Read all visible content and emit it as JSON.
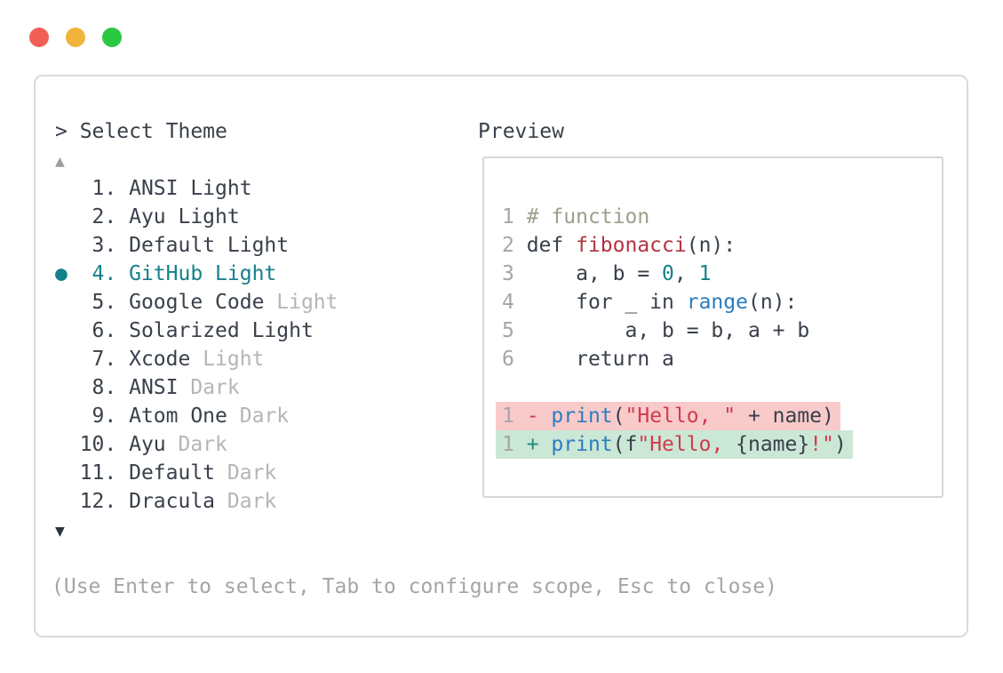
{
  "palette": {
    "dark": "#39404a",
    "dim": "#b5b5b5",
    "gray": "#a5a5a5",
    "arrow_up": "#9e9e9e",
    "arrow_down": "#2d333c",
    "teal": "#14808a",
    "blue": "#2b7cc0",
    "red": "#d23a4d",
    "redDark": "#b3333f",
    "comment": "#9aa08b",
    "plus": "#1f8a7a",
    "diff_removed_bg": "#f8caca",
    "diff_added_bg": "#cbe7d6",
    "traffic_red": "#f15f57",
    "traffic_yellow": "#f1b43b",
    "traffic_green": "#2bc841"
  },
  "window": {
    "traffic_lights": [
      {
        "name": "close",
        "color_key": "traffic_red"
      },
      {
        "name": "minimize",
        "color_key": "traffic_yellow"
      },
      {
        "name": "maximize",
        "color_key": "traffic_green"
      }
    ]
  },
  "picker": {
    "prompt": "> Select Theme",
    "scroll_up": "▲",
    "scroll_down": "▼",
    "footer_hint": "(Use Enter to select, Tab to configure scope, Esc to close)",
    "items": [
      {
        "number": "1",
        "prefix": "   1. ",
        "selected": false,
        "segments": [
          {
            "text": "ANSI Light",
            "color": "dark"
          }
        ]
      },
      {
        "number": "2",
        "prefix": "   2. ",
        "selected": false,
        "segments": [
          {
            "text": "Ayu Light",
            "color": "dark"
          }
        ]
      },
      {
        "number": "3",
        "prefix": "   3. ",
        "selected": false,
        "segments": [
          {
            "text": "Default Light",
            "color": "dark"
          }
        ]
      },
      {
        "number": "4",
        "prefix": "●  4. ",
        "selected": true,
        "segments": [
          {
            "text": "GitHub Light",
            "color": "teal"
          }
        ]
      },
      {
        "number": "5",
        "prefix": "   5. ",
        "selected": false,
        "segments": [
          {
            "text": "Google Code ",
            "color": "dark"
          },
          {
            "text": "Light",
            "color": "dim"
          }
        ]
      },
      {
        "number": "6",
        "prefix": "   6. ",
        "selected": false,
        "segments": [
          {
            "text": "Solarized Light",
            "color": "dark"
          }
        ]
      },
      {
        "number": "7",
        "prefix": "   7. ",
        "selected": false,
        "segments": [
          {
            "text": "Xcode ",
            "color": "dark"
          },
          {
            "text": "Light",
            "color": "dim"
          }
        ]
      },
      {
        "number": "8",
        "prefix": "   8. ",
        "selected": false,
        "segments": [
          {
            "text": "ANSI ",
            "color": "dark"
          },
          {
            "text": "Dark",
            "color": "dim"
          }
        ]
      },
      {
        "number": "9",
        "prefix": "   9. ",
        "selected": false,
        "segments": [
          {
            "text": "Atom One ",
            "color": "dark"
          },
          {
            "text": "Dark",
            "color": "dim"
          }
        ]
      },
      {
        "number": "10",
        "prefix": "  10. ",
        "selected": false,
        "segments": [
          {
            "text": "Ayu ",
            "color": "dark"
          },
          {
            "text": "Dark",
            "color": "dim"
          }
        ]
      },
      {
        "number": "11",
        "prefix": "  11. ",
        "selected": false,
        "segments": [
          {
            "text": "Default ",
            "color": "dark"
          },
          {
            "text": "Dark",
            "color": "dim"
          }
        ]
      },
      {
        "number": "12",
        "prefix": "  12. ",
        "selected": false,
        "segments": [
          {
            "text": "Dracula ",
            "color": "dark"
          },
          {
            "text": "Dark",
            "color": "dim"
          }
        ]
      }
    ]
  },
  "code": {
    "title": "Preview",
    "lines": [
      {
        "num": "1",
        "segments": [
          {
            "text": "# function",
            "color": "comment"
          }
        ]
      },
      {
        "num": "2",
        "segments": [
          {
            "text": "def ",
            "color": "dark"
          },
          {
            "text": "fibonacci",
            "color": "redDark"
          },
          {
            "text": "(n):",
            "color": "dark"
          }
        ]
      },
      {
        "num": "3",
        "segments": [
          {
            "text": "    a, b = ",
            "color": "dark"
          },
          {
            "text": "0",
            "color": "teal"
          },
          {
            "text": ", ",
            "color": "dark"
          },
          {
            "text": "1",
            "color": "teal"
          }
        ]
      },
      {
        "num": "4",
        "segments": [
          {
            "text": "    for _ in ",
            "color": "dark"
          },
          {
            "text": "range",
            "color": "blue"
          },
          {
            "text": "(n):",
            "color": "dark"
          }
        ]
      },
      {
        "num": "5",
        "segments": [
          {
            "text": "        a, b = b, a + b",
            "color": "dark"
          }
        ]
      },
      {
        "num": "6",
        "segments": [
          {
            "text": "    return a",
            "color": "dark"
          }
        ]
      }
    ],
    "diff_lines": [
      {
        "num": "1",
        "kind": "removed",
        "segments": [
          {
            "text": "- ",
            "color": "red"
          },
          {
            "text": "print",
            "color": "blue"
          },
          {
            "text": "(",
            "color": "dark"
          },
          {
            "text": "\"Hello, \"",
            "color": "red"
          },
          {
            "text": " + name",
            "color": "dark"
          },
          {
            "text": ")",
            "color": "dark"
          }
        ]
      },
      {
        "num": "1",
        "kind": "added",
        "segments": [
          {
            "text": "+ ",
            "color": "plus"
          },
          {
            "text": "print",
            "color": "blue"
          },
          {
            "text": "(f",
            "color": "dark"
          },
          {
            "text": "\"Hello, ",
            "color": "red"
          },
          {
            "text": "{name}",
            "color": "dark"
          },
          {
            "text": "!\"",
            "color": "red"
          },
          {
            "text": ")",
            "color": "dark"
          }
        ]
      }
    ]
  }
}
